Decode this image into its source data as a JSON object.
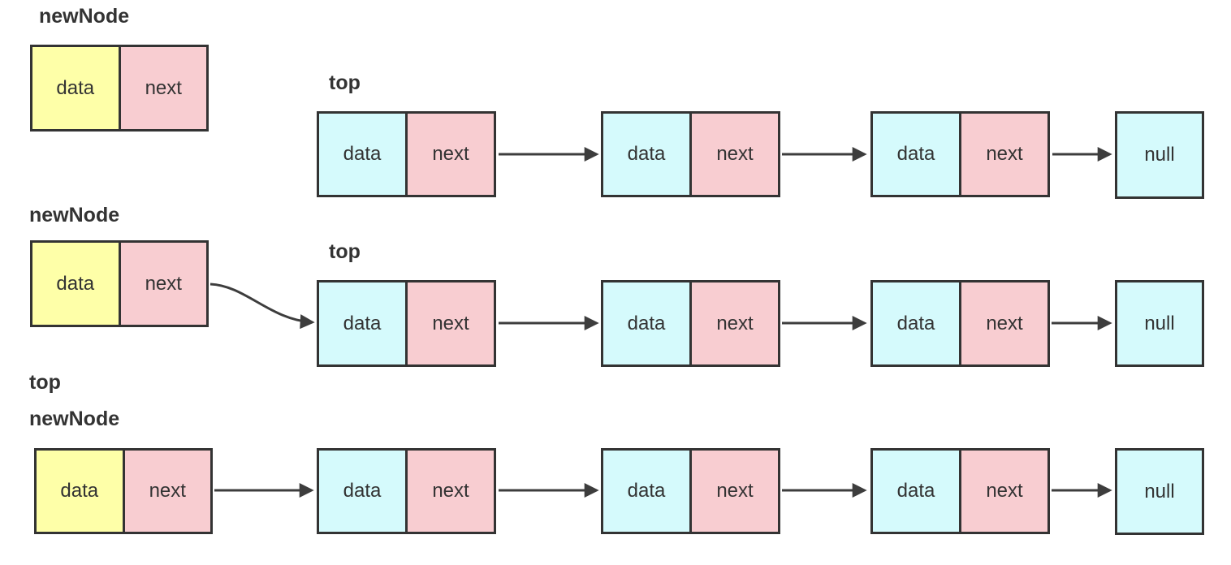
{
  "colors": {
    "data_fill": "#d5fafc",
    "next_fill": "#f8cdd1",
    "new_data_fill": "#feffa8",
    "null_fill": "#d5fafc",
    "border": "#333333",
    "arrow": "#3d3d3d",
    "text": "#333333"
  },
  "rows": [
    {
      "new_node_label": "newNode",
      "top_label": "top",
      "new_node": {
        "data_label": "data",
        "next_label": "next"
      },
      "list_nodes": [
        {
          "data_label": "data",
          "next_label": "next"
        },
        {
          "data_label": "data",
          "next_label": "next"
        },
        {
          "data_label": "data",
          "next_label": "next"
        }
      ],
      "null_label": "null"
    },
    {
      "new_node_label": "newNode",
      "top_label": "top",
      "new_node": {
        "data_label": "data",
        "next_label": "next"
      },
      "list_nodes": [
        {
          "data_label": "data",
          "next_label": "next"
        },
        {
          "data_label": "data",
          "next_label": "next"
        },
        {
          "data_label": "data",
          "next_label": "next"
        }
      ],
      "null_label": "null"
    },
    {
      "top_label": "top",
      "new_node_label": "newNode",
      "new_node": {
        "data_label": "data",
        "next_label": "next"
      },
      "list_nodes": [
        {
          "data_label": "data",
          "next_label": "next"
        },
        {
          "data_label": "data",
          "next_label": "next"
        },
        {
          "data_label": "data",
          "next_label": "next"
        }
      ],
      "null_label": "null"
    }
  ]
}
